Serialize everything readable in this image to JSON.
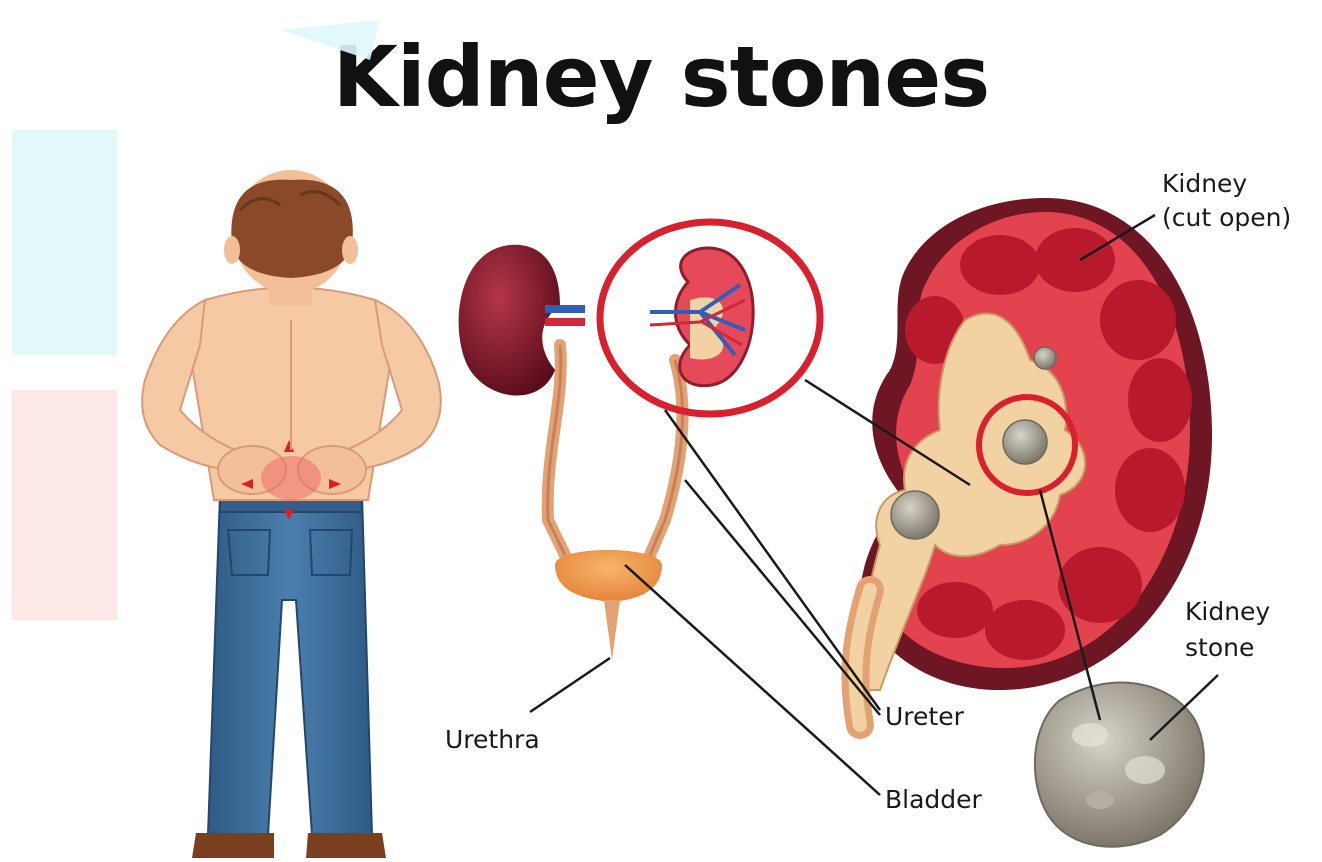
{
  "title": "Kidney stones",
  "labels": {
    "kidney_line1": "Kidney",
    "kidney_line2": "(cut open)",
    "stone_line1": "Kidney",
    "stone_line2": "stone",
    "ureter": "Ureter",
    "urethra": "Urethra",
    "bladder": "Bladder"
  },
  "colors": {
    "skin": "#f6c9a5",
    "hair": "#8a4a2a",
    "jeans": "#3f6f9a",
    "kidney_outer": "#7a1a2a",
    "kidney_inner": "#d6394a",
    "pelvis": "#f2d2a2",
    "highlight_circle": "#d8202e",
    "stone": "#9a9488",
    "bladder": "#f0a060",
    "watermark_cyan": "#dff7fb",
    "watermark_pink": "#fde5e5"
  }
}
